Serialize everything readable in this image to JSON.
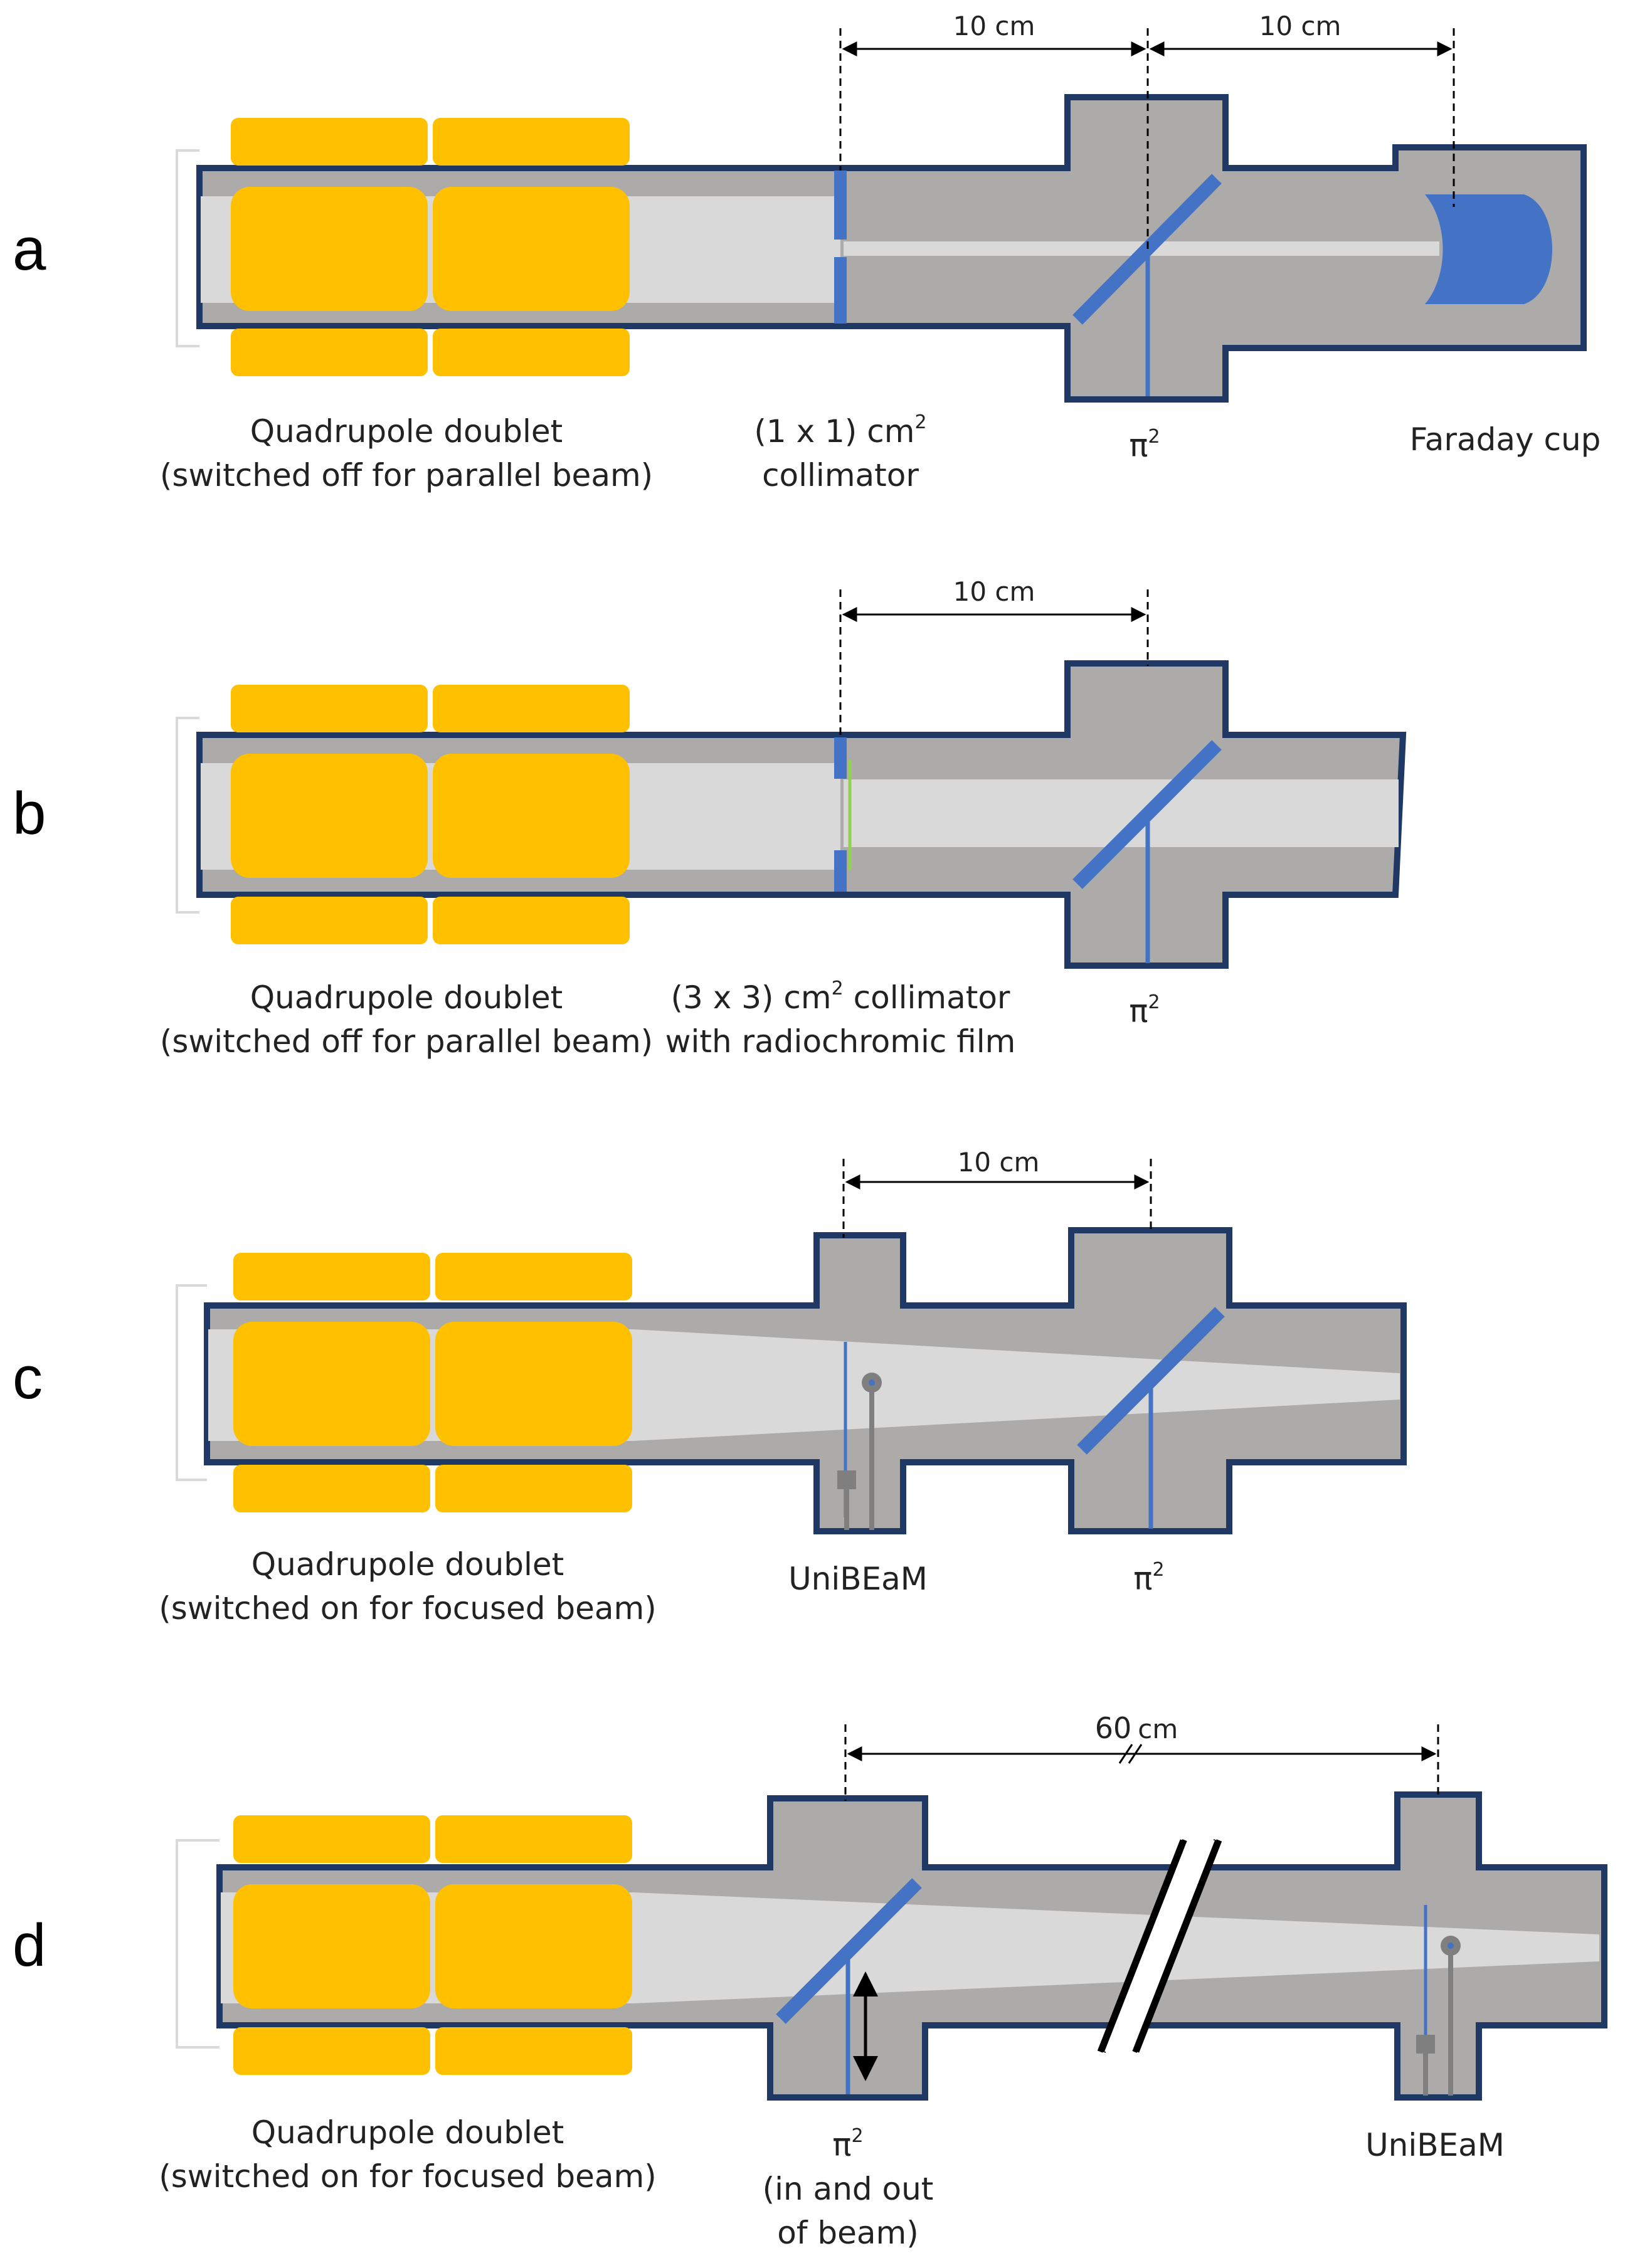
{
  "panels": {
    "a": {
      "letter": "a",
      "quad_line1": "Quadrupole doublet",
      "quad_line2": "(switched off for parallel beam)",
      "collimator_line1": "(1 x 1) cm",
      "collimator_sup": "2",
      "collimator_line2": "collimator",
      "pi2": "π",
      "pi2_sup": "2",
      "faraday": "Faraday cup",
      "dim1": "10 cm",
      "dim2": "10 cm"
    },
    "b": {
      "letter": "b",
      "quad_line1": "Quadrupole doublet",
      "quad_line2": "(switched off for parallel beam)",
      "collimator_line1_pre": "(3 x 3) cm",
      "collimator_sup": "2",
      "collimator_line1_post": " collimator",
      "collimator_line2": "with radiochromic film",
      "pi2": "π",
      "pi2_sup": "2",
      "dim1": "10 cm"
    },
    "c": {
      "letter": "c",
      "quad_line1": "Quadrupole doublet",
      "quad_line2": "(switched on for focused beam)",
      "unibeam": "UniBEaM",
      "pi2": "π",
      "pi2_sup": "2",
      "dim1": "10 cm"
    },
    "d": {
      "letter": "d",
      "quad_line1": "Quadrupole doublet",
      "quad_line2": "(switched on for focused beam)",
      "pi2": "π",
      "pi2_sup": "2",
      "pi2_line2": "(in and out",
      "pi2_line3": "of beam)",
      "unibeam": "UniBEaM",
      "dim_num": "60",
      "dim_unit": "cm"
    }
  },
  "colors": {
    "pipe_fill": "#adaaaa",
    "pipe_border": "#1f3864",
    "beam": "#d9d9d9",
    "magnet": "#ffc000",
    "blue": "#4472c4",
    "film": "#92d050",
    "probe": "#7f7f7f"
  }
}
